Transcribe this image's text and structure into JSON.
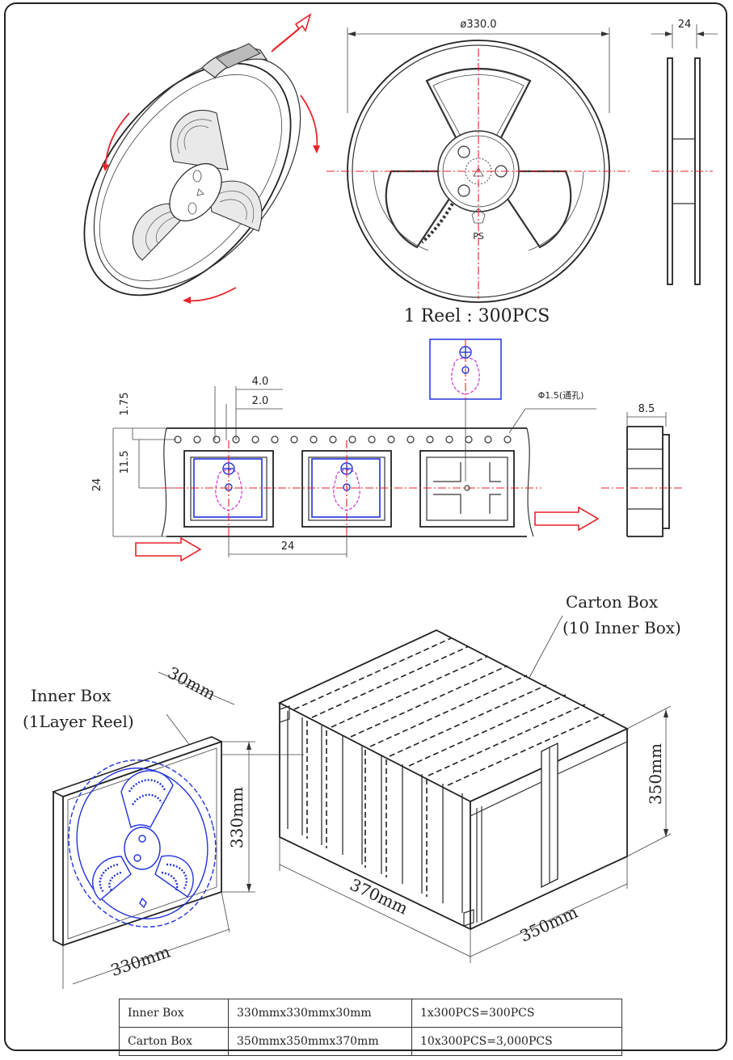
{
  "reel": {
    "diameter_label": "ø330.0",
    "width_label": "24",
    "caption": "1 Reel : 300PCS"
  },
  "tape": {
    "dim_pitch": "4.0",
    "dim_hole_offset": "2.0",
    "dim_edge": "1.75",
    "dim_center": "11.5",
    "dim_width": "24",
    "dim_component_pitch": "24",
    "dim_hole_dia": "Φ1.5(通孔)",
    "dim_depth": "8.5"
  },
  "carton": {
    "title_line1": "Carton Box",
    "title_line2": "(10 Inner Box)",
    "height_label": "350mm",
    "length_label": "370mm",
    "width_label": "350mm"
  },
  "inner_box": {
    "title_line1": "Inner Box",
    "title_line2": "(1Layer Reel)",
    "thickness_label": "30mm",
    "height_label": "330mm",
    "width_label": "330mm"
  },
  "table": {
    "rows": [
      {
        "name": "Inner Box",
        "size": "330mmx330mmx30mm",
        "qty": "1x300PCS=300PCS"
      },
      {
        "name": "Carton Box",
        "size": "350mmx350mmx370mm",
        "qty": "10x300PCS=3,000PCS"
      }
    ]
  },
  "colors": {
    "frame": "#222222",
    "center_line": "#e8222a",
    "component": "#2233dd",
    "outline": "#cc22cc"
  }
}
